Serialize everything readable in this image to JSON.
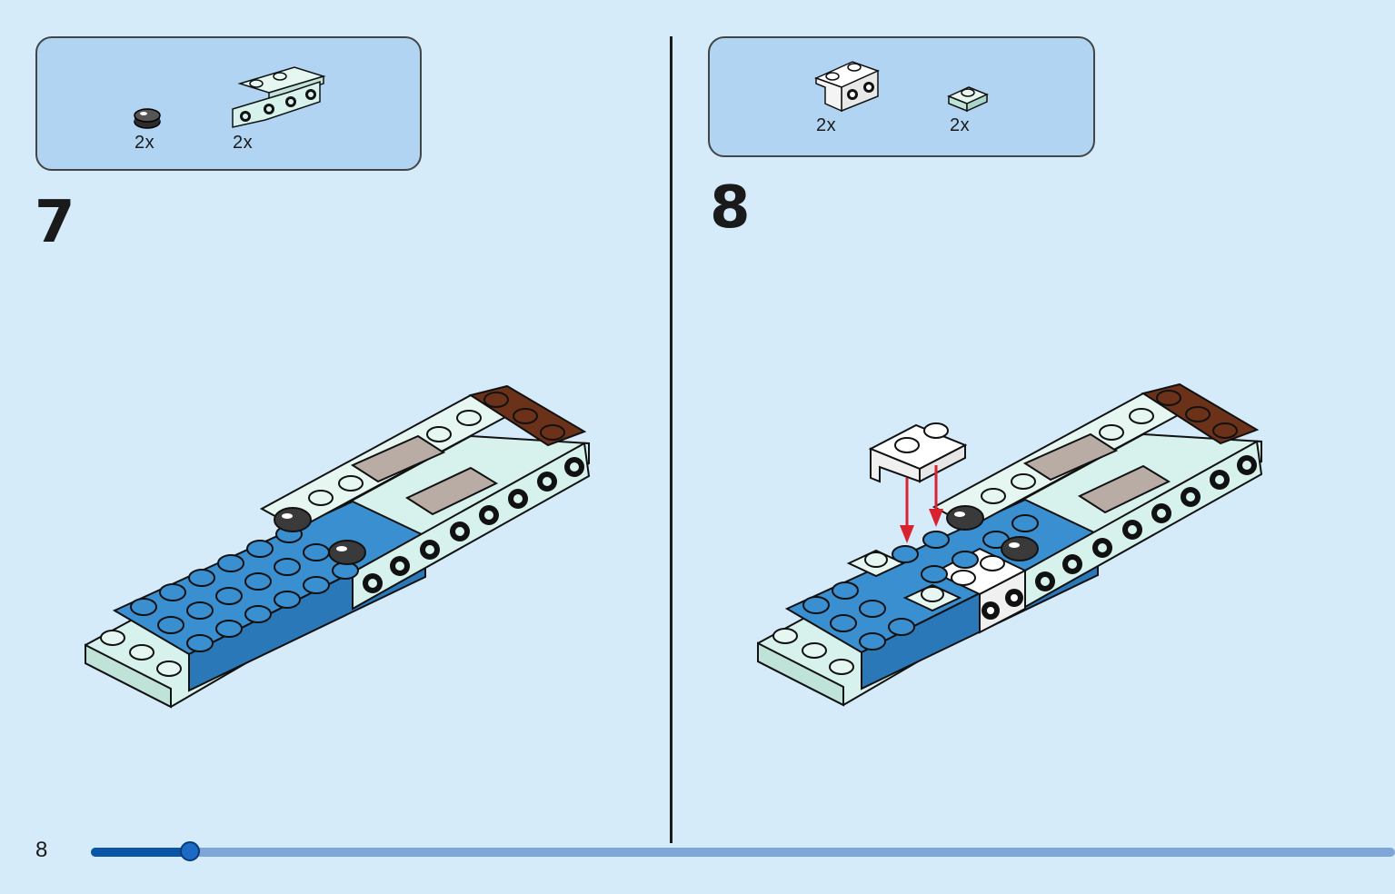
{
  "page_number": "8",
  "progress_fraction": 0.076,
  "steps": [
    {
      "number": "7",
      "parts": [
        {
          "quantity": "2x",
          "icon": "round-tile-dark-grey-icon"
        },
        {
          "quantity": "2x",
          "icon": "bracket-plate-light-aqua-icon"
        }
      ]
    },
    {
      "number": "8",
      "parts": [
        {
          "quantity": "2x",
          "icon": "bracket-white-icon"
        },
        {
          "quantity": "2x",
          "icon": "plate-1x1-light-aqua-icon"
        }
      ]
    }
  ],
  "colors": {
    "background": "#d5ebfa",
    "parts_box": "#b0d4f1",
    "brick_blue": "#3a8fd0",
    "brick_aqua": "#d7f2ec",
    "brick_brown": "#6b3219",
    "brick_grey": "#b9aca5",
    "brick_dark": "#3a3a3a",
    "arrow_red": "#d8222f",
    "progress_fill": "#0a55a5",
    "progress_track": "#7ea6d8"
  }
}
